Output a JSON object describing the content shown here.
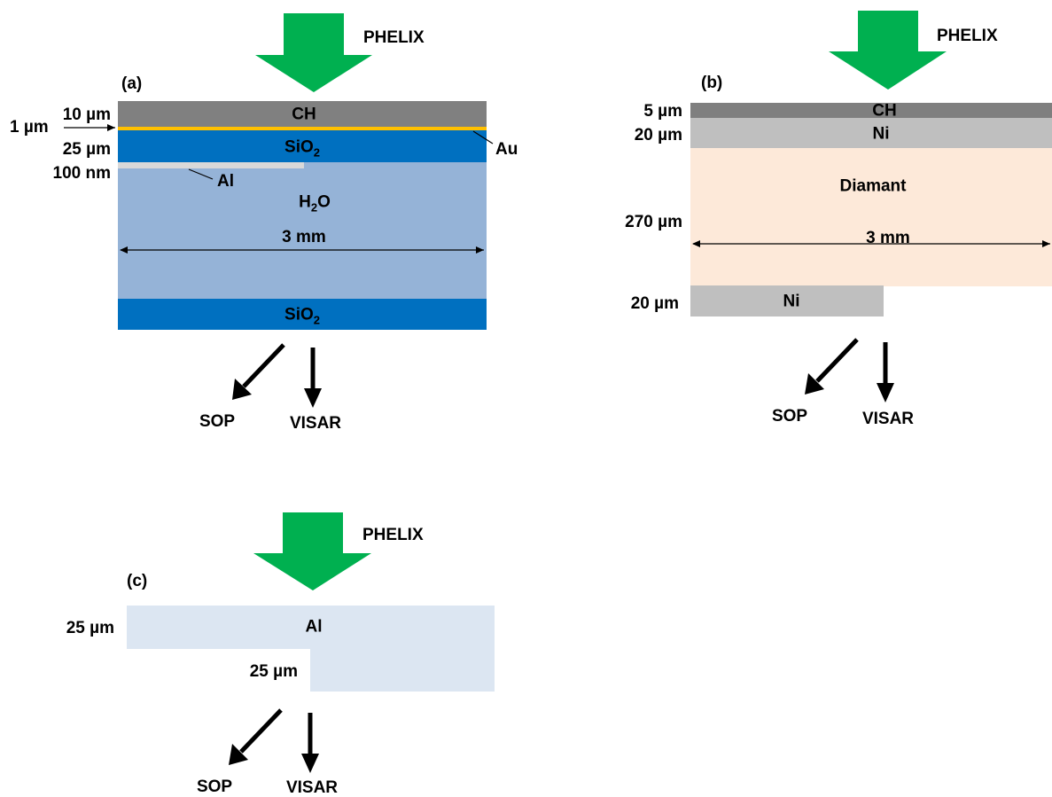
{
  "laser_label": "PHELIX",
  "diagnostics": {
    "sop": "SOP",
    "visar": "VISAR"
  },
  "panel_a": {
    "tag": "(a)",
    "layers": {
      "ch": "CH",
      "sio2_top": "SiO",
      "sio2_bottom": "SiO",
      "h2o": "H",
      "au": "Au",
      "al": "Al"
    },
    "subscript_2": "2",
    "h2o_suffix": "O",
    "thickness": {
      "ch": "10 µm",
      "au": "1 µm",
      "sio2": "25 µm",
      "al": "100 nm"
    },
    "width": "3 mm"
  },
  "panel_b": {
    "tag": "(b)",
    "layers": {
      "ch": "CH",
      "ni_top": "Ni",
      "diamond": "Diamant",
      "ni_bottom": "Ni"
    },
    "thickness": {
      "ch": "5 µm",
      "ni_top": "20 µm",
      "diamond": "270 µm",
      "ni_bottom": "20 µm"
    },
    "width": "3 mm"
  },
  "panel_c": {
    "tag": "(c)",
    "layers": {
      "al": "Al"
    },
    "thickness": {
      "al": "25 µm",
      "step": "25 µm"
    }
  },
  "colors": {
    "laser_arrow": "#00b050",
    "ch_a": "#808080",
    "gold": "#ffc000",
    "sio2": "#0070c0",
    "water": "#95b3d7",
    "al_foil": "#d9d9d9",
    "ch_b": "#7f7f7f",
    "ni": "#bfbfbf",
    "diamond": "#fde9d9",
    "al_c": "#dce6f2"
  }
}
